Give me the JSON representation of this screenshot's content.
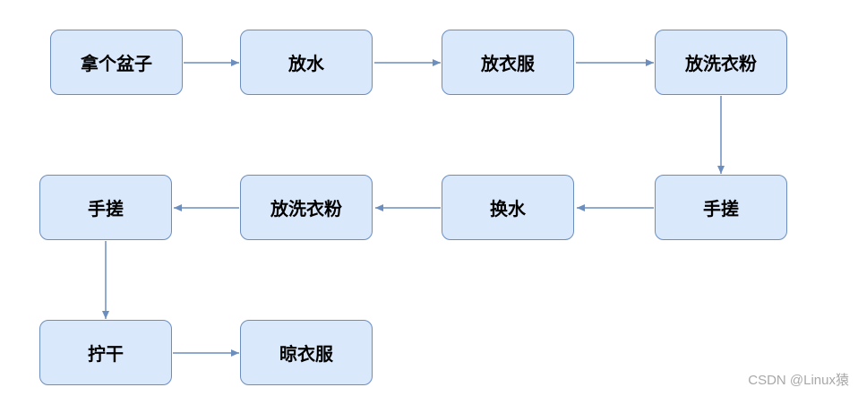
{
  "diagram": {
    "nodes": {
      "take_basin": "拿个盆子",
      "add_water": "放水",
      "add_clothes": "放衣服",
      "add_detergent_1": "放洗衣粉",
      "hand_rub_1": "手搓",
      "change_water": "换水",
      "add_detergent_2": "放洗衣粉",
      "hand_rub_2": "手搓",
      "wring_dry": "拧干",
      "hang_clothes": "晾衣服"
    },
    "edges": [
      [
        "take_basin",
        "add_water"
      ],
      [
        "add_water",
        "add_clothes"
      ],
      [
        "add_clothes",
        "add_detergent_1"
      ],
      [
        "add_detergent_1",
        "hand_rub_1"
      ],
      [
        "hand_rub_1",
        "change_water"
      ],
      [
        "change_water",
        "add_detergent_2"
      ],
      [
        "add_detergent_2",
        "hand_rub_2"
      ],
      [
        "hand_rub_2",
        "wring_dry"
      ],
      [
        "wring_dry",
        "hang_clothes"
      ]
    ],
    "colors": {
      "node_fill": "#dae8fc",
      "node_stroke": "#6c8ebf",
      "edge": "#6c8ebf"
    }
  },
  "watermark": "CSDN @Linux猿"
}
